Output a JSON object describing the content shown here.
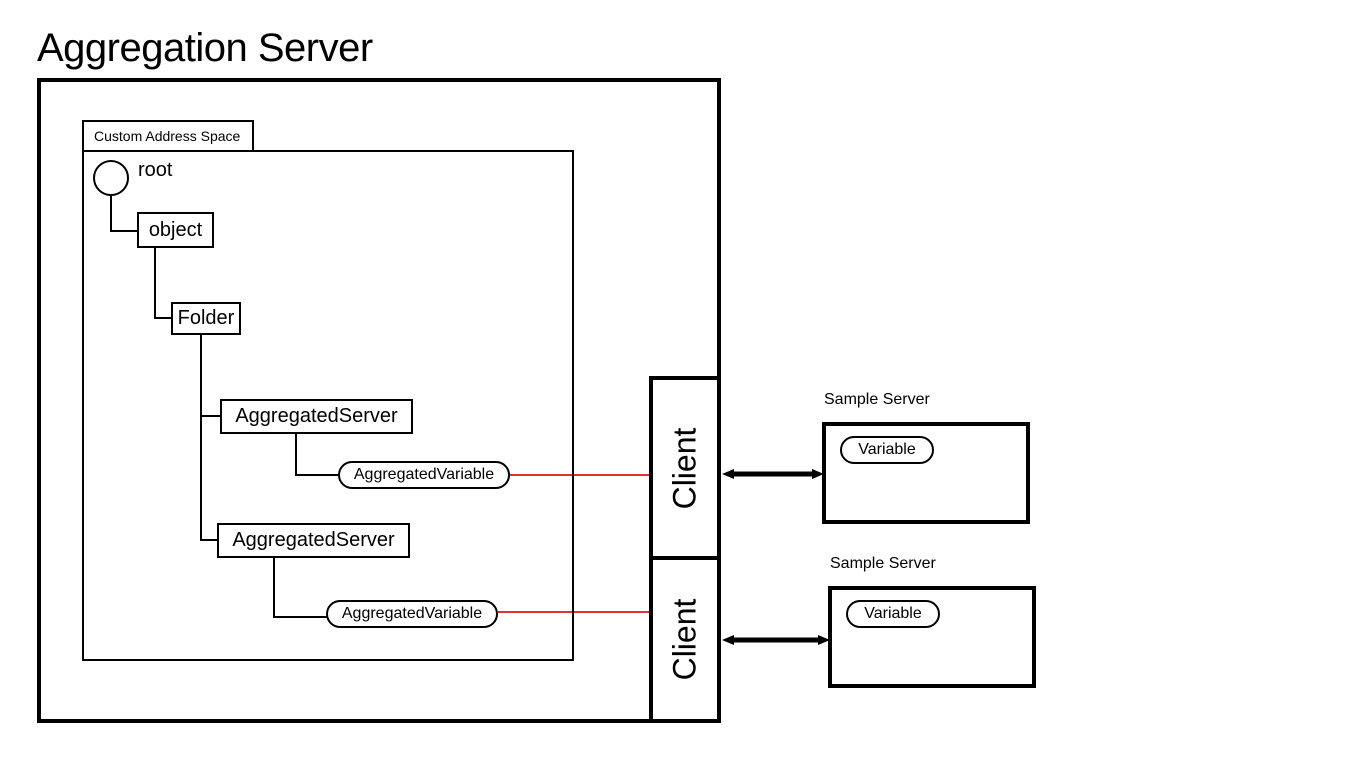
{
  "title": "Aggregation Server",
  "address_space_label": "Custom Address Space",
  "tree": {
    "root": "root",
    "object": "object",
    "folder": "Folder",
    "servers": [
      {
        "server": "AggregatedServer",
        "variable": "AggregatedVariable"
      },
      {
        "server": "AggregatedServer",
        "variable": "AggregatedVariable"
      }
    ]
  },
  "clients": [
    "Client",
    "Client"
  ],
  "sample_servers": [
    {
      "label": "Sample Server",
      "variable": "Variable"
    },
    {
      "label": "Sample Server",
      "variable": "Variable"
    }
  ],
  "colors": {
    "link": "#e03030",
    "stroke": "#000000"
  }
}
